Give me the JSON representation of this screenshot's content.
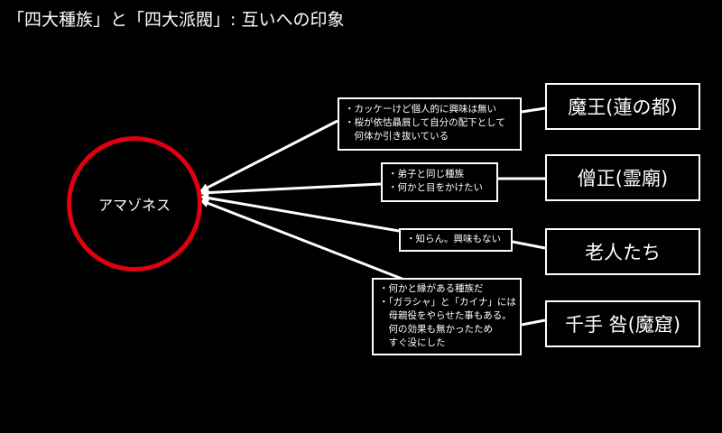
{
  "title": "「四大種族」と「四大派閥」: 互いへの印象",
  "center": {
    "label": "アマゾネス"
  },
  "colors": {
    "background": "#000000",
    "circle": "#e0000f",
    "line": "#ffffff",
    "text": "#ffffff"
  },
  "factions": [
    {
      "label": "魔王(蓮の都)",
      "notes": [
        "・カッケーけど個人的に興味は無い",
        "・桜が依怙贔屓して自分の配下として",
        "　何体か引き抜いている"
      ]
    },
    {
      "label": "僧正(霊廟)",
      "notes": [
        "・弟子と同じ種族",
        "・何かと目をかけたい"
      ]
    },
    {
      "label": "老人たち",
      "notes": [
        "・知らん。興味もない"
      ]
    },
    {
      "label": "千手 咎(魔窟)",
      "notes": [
        "・何かと縁がある種族だ",
        "・「ガラシャ」と「カイナ」には",
        "　母親役をやらせた事もある。",
        "　何の効果も無かったため",
        "　すぐ没にした"
      ]
    }
  ]
}
